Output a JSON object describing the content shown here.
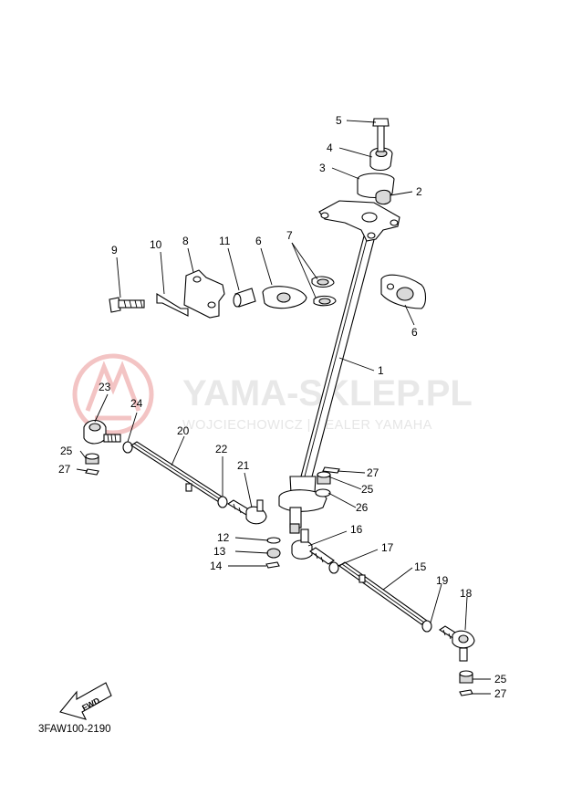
{
  "watermark": {
    "title": "YAMA-SKLEP.PL",
    "subtitle": "WOJCIECHOWICZ | DEALER YAMAHA"
  },
  "direction_badge": "FWD",
  "diagram_code": "3FAW100-2190",
  "callouts": {
    "c1": "1",
    "c2": "2",
    "c3": "3",
    "c4": "4",
    "c5": "5",
    "c6a": "6",
    "c6b": "6",
    "c7": "7",
    "c8": "8",
    "c9": "9",
    "c10": "10",
    "c11": "11",
    "c12": "12",
    "c13": "13",
    "c14": "14",
    "c15": "15",
    "c16": "16",
    "c17": "17",
    "c18": "18",
    "c19": "19",
    "c20": "20",
    "c21": "21",
    "c22": "22",
    "c23": "23",
    "c24": "24",
    "c25a": "25",
    "c25b": "25",
    "c25c": "25",
    "c26": "26",
    "c27a": "27",
    "c27b": "27",
    "c27c": "27"
  }
}
